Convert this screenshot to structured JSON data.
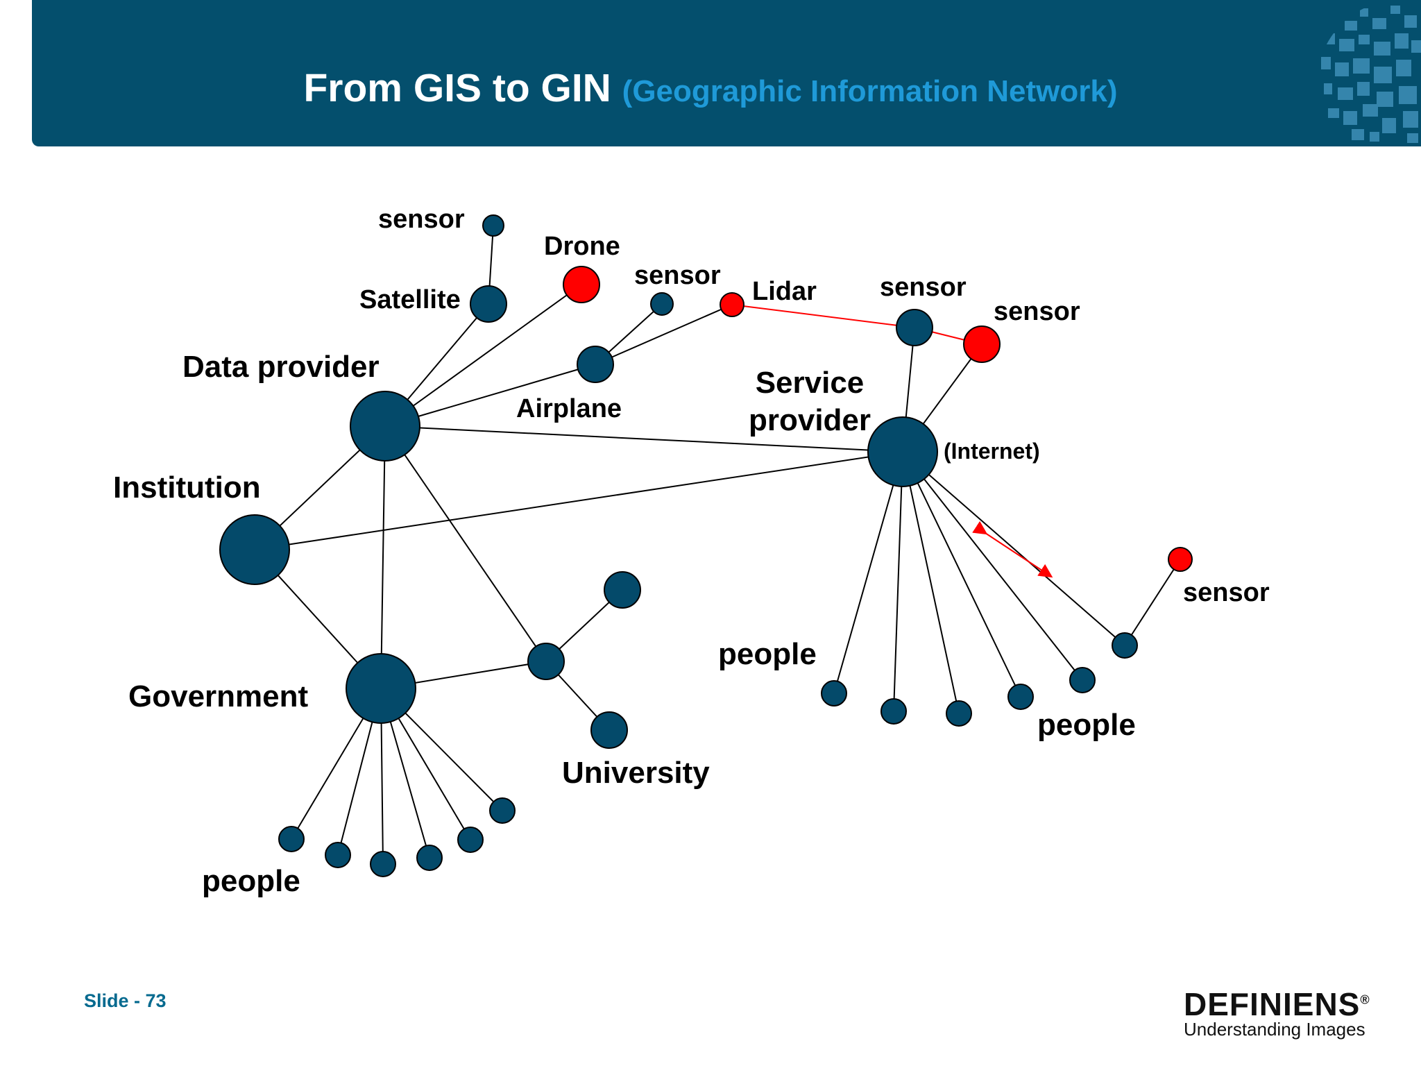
{
  "header": {
    "title": "From GIS to GIN",
    "subtitle": "(Geographic Information Network)"
  },
  "labels": {
    "sensor_top": "sensor",
    "drone": "Drone",
    "sensor_mid": "sensor",
    "satellite": "Satellite",
    "lidar": "Lidar",
    "sensor_sp1": "sensor",
    "sensor_sp2": "sensor",
    "data_provider": "Data provider",
    "airplane": "Airplane",
    "service_provider_1": "Service",
    "service_provider_2": "provider",
    "internet": "(Internet)",
    "institution": "Institution",
    "sensor_right": "sensor",
    "people_center": "people",
    "government": "Government",
    "people_right": "people",
    "university": "University",
    "people_bottom": "people"
  },
  "footer": {
    "slide_number": "Slide - 73",
    "logo_name": "DEFINIENS",
    "logo_registered": "®",
    "logo_tagline": "Understanding Images"
  },
  "colors": {
    "header_bg": "#044f6d",
    "title_text": "#ffffff",
    "subtitle_text": "#1f9ad8",
    "node_fill": "#044a6a",
    "node_alert": "#ff0000",
    "slide_number": "#066a8f"
  }
}
